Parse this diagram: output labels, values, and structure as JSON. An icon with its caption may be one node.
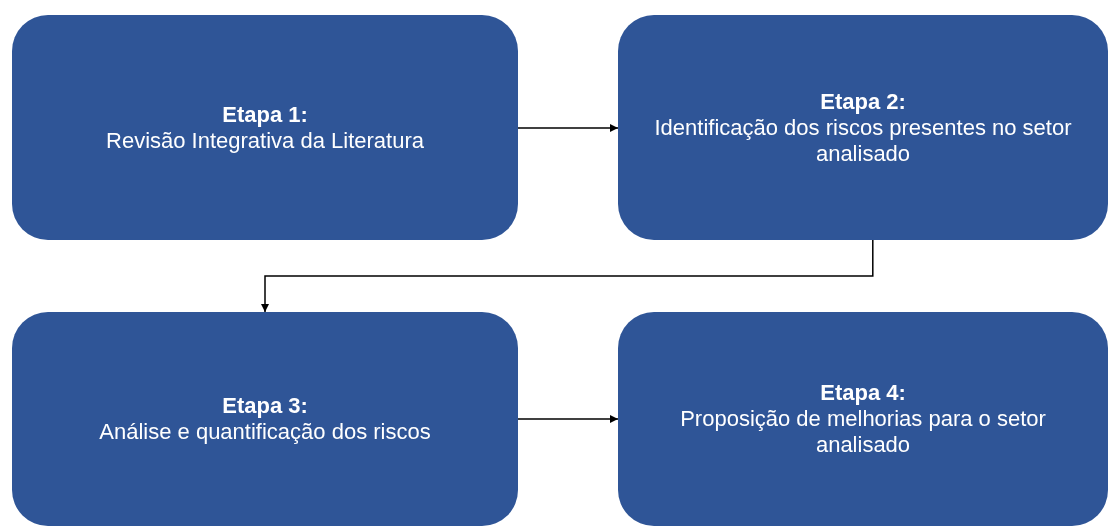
{
  "diagram": {
    "nodes": [
      {
        "text": [
          "Etapa 1:",
          "Revisão Integrativa da Literatura"
        ]
      },
      {
        "text": [
          "Etapa 2:",
          "Identificação dos riscos presentes no setor analisado"
        ]
      },
      {
        "text": [
          "Etapa 3:",
          "Análise e quantificação dos riscos"
        ]
      },
      {
        "text": [
          "Etapa 4:",
          "Proposição de melhorias para o setor analisado"
        ]
      }
    ],
    "edges": [
      {
        "from": 0,
        "to": 1,
        "arrow": "to"
      },
      {
        "from": 1,
        "to": 2,
        "arrow": "to"
      },
      {
        "from": 2,
        "to": 3,
        "arrow": "to"
      }
    ]
  }
}
